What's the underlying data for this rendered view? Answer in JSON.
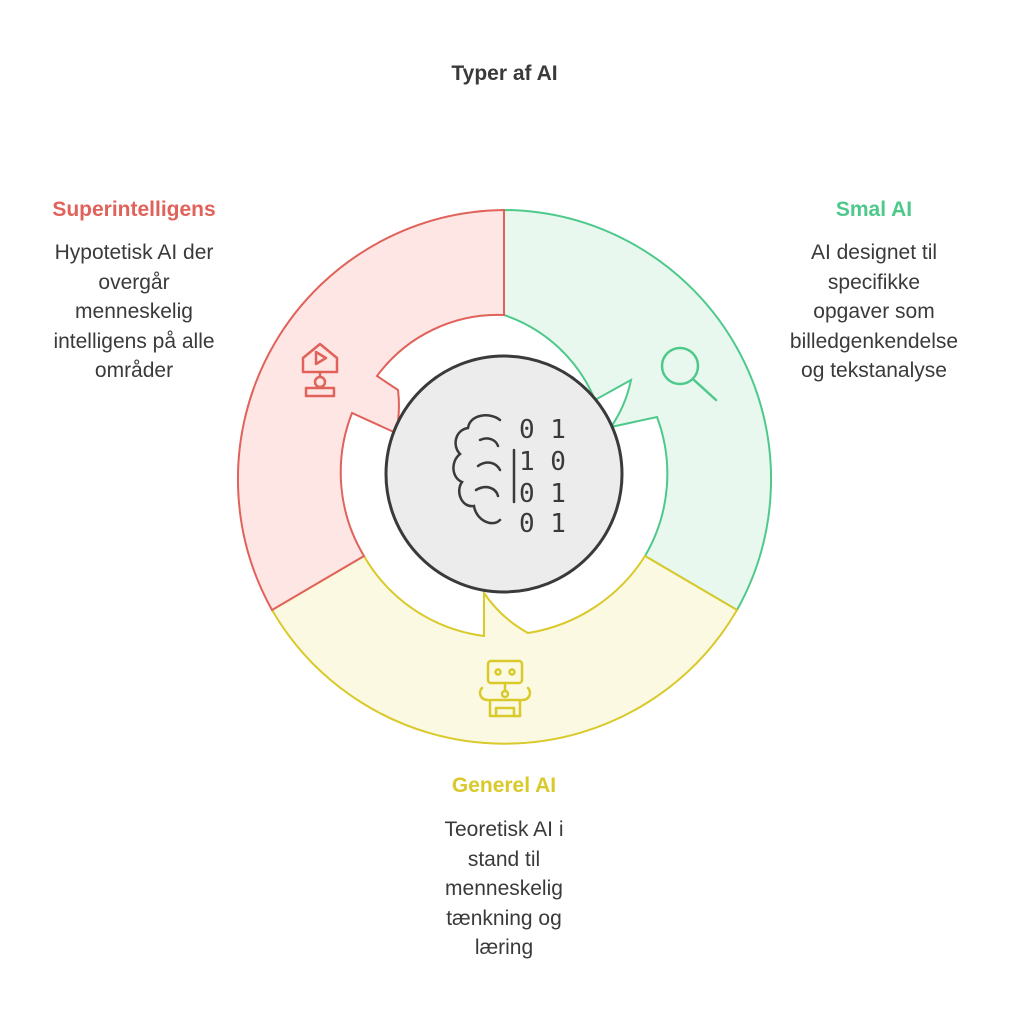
{
  "title": "Typer af AI",
  "segments": [
    {
      "id": "smal",
      "heading": "Smal AI",
      "description": "AI designet til\nspecifikke\nopgaver som\nbilledgenkendelse\nog tekstanalyse",
      "icon": "magnifier-icon",
      "color": "#4ec98b",
      "fill": "#e8f8ef"
    },
    {
      "id": "generel",
      "heading": "Generel AI",
      "description": "Teoretisk AI i\nstand til\nmenneskelig\ntænkning og\nlæring",
      "icon": "robot-icon",
      "color": "#d9c92a",
      "fill": "#fbf9e1"
    },
    {
      "id": "super",
      "heading": "Superintelligens",
      "description": "Hypotetisk AI der\novergår\nmenneskelig\nintelligens på alle\nområder",
      "icon": "smart-home-robot-icon",
      "color": "#e0625a",
      "fill": "#fde6e4"
    }
  ],
  "center": {
    "icon": "brain-binary-icon",
    "binary": [
      "0 1",
      "1 0",
      "0 1",
      "0 1"
    ],
    "fill": "#ececec",
    "stroke": "#3a3a3a"
  }
}
